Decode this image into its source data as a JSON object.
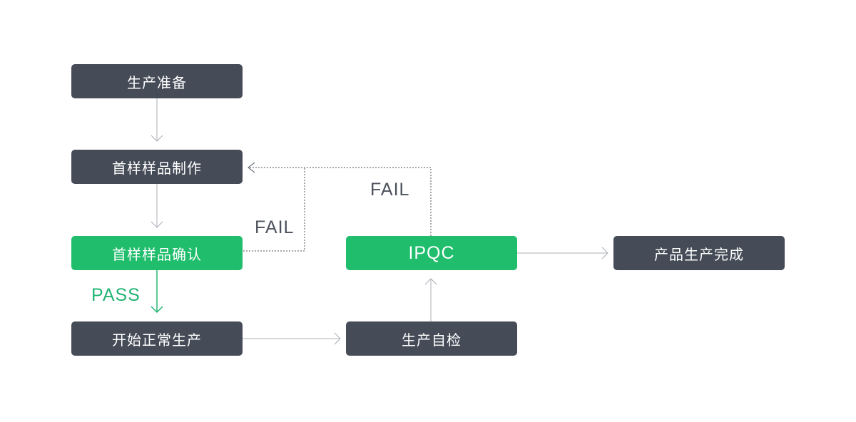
{
  "diagram": {
    "background": "#ffffff",
    "colors": {
      "background": "#ffffff",
      "node_dark": "#454b57",
      "node_green": "#1fbd6c",
      "node_text": "#ffffff",
      "connector_gray": "#abafb5",
      "connector_green": "#22b573",
      "connector_fail_dashed": "#4b515b",
      "label_pass": "#22b573",
      "label_fail": "#4c525c"
    },
    "nodes": [
      {
        "id": "production-prep",
        "label": "生产准备",
        "variant": "dark"
      },
      {
        "id": "first-sample-making",
        "label": "首样样品制作",
        "variant": "dark"
      },
      {
        "id": "first-sample-confirm",
        "label": "首样样品确认",
        "variant": "green"
      },
      {
        "id": "start-normal-production",
        "label": "开始正常生产",
        "variant": "dark"
      },
      {
        "id": "ipqc",
        "label": "IPQC",
        "variant": "green"
      },
      {
        "id": "production-self-check",
        "label": "生产自检",
        "variant": "dark"
      },
      {
        "id": "product-complete",
        "label": "产品生产完成",
        "variant": "dark"
      }
    ],
    "edge_labels": [
      {
        "id": "pass",
        "text": "PASS"
      },
      {
        "id": "fail-upper",
        "text": "FAIL"
      },
      {
        "id": "fail-lower",
        "text": "FAIL"
      }
    ],
    "edges": [
      {
        "from": "production-prep",
        "to": "first-sample-making",
        "style": "solid-gray",
        "label": ""
      },
      {
        "from": "first-sample-making",
        "to": "first-sample-confirm",
        "style": "solid-gray",
        "label": ""
      },
      {
        "from": "first-sample-confirm",
        "to": "start-normal-production",
        "style": "solid-green",
        "label": "PASS"
      },
      {
        "from": "start-normal-production",
        "to": "production-self-check",
        "style": "solid-gray",
        "label": ""
      },
      {
        "from": "production-self-check",
        "to": "ipqc",
        "style": "solid-gray",
        "label": ""
      },
      {
        "from": "ipqc",
        "to": "product-complete",
        "style": "solid-gray",
        "label": ""
      },
      {
        "from": "first-sample-confirm",
        "to": "first-sample-making",
        "style": "dashed",
        "label": "FAIL"
      },
      {
        "from": "ipqc",
        "to": "first-sample-making",
        "style": "dashed",
        "label": "FAIL"
      }
    ]
  }
}
